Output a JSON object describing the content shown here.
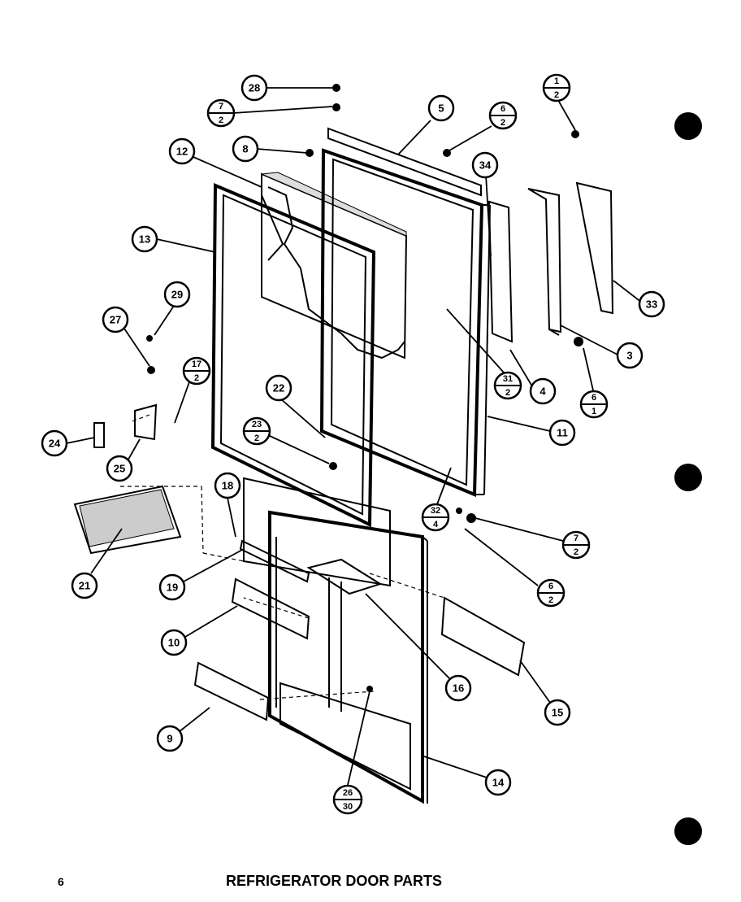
{
  "page": {
    "title": "REFRIGERATOR DOOR PARTS",
    "page_number": "6"
  },
  "callouts": [
    {
      "id": "c28",
      "label": "28"
    },
    {
      "id": "c7-2a",
      "top": "7",
      "bottom": "2"
    },
    {
      "id": "c8",
      "label": "8"
    },
    {
      "id": "c12",
      "label": "12"
    },
    {
      "id": "c5",
      "label": "5"
    },
    {
      "id": "c6-2a",
      "top": "6",
      "bottom": "2"
    },
    {
      "id": "c1-2",
      "top": "1",
      "bottom": "2"
    },
    {
      "id": "c34",
      "label": "34"
    },
    {
      "id": "c13",
      "label": "13"
    },
    {
      "id": "c29",
      "label": "29"
    },
    {
      "id": "c27",
      "label": "27"
    },
    {
      "id": "c17-2",
      "top": "17",
      "bottom": "2"
    },
    {
      "id": "c24",
      "label": "24"
    },
    {
      "id": "c25",
      "label": "25"
    },
    {
      "id": "c22",
      "label": "22"
    },
    {
      "id": "c23-2",
      "top": "23",
      "bottom": "2"
    },
    {
      "id": "c33",
      "label": "33"
    },
    {
      "id": "c3",
      "label": "3"
    },
    {
      "id": "c31-2",
      "top": "31",
      "bottom": "2"
    },
    {
      "id": "c4",
      "label": "4"
    },
    {
      "id": "c6-1",
      "top": "6",
      "bottom": "1"
    },
    {
      "id": "c11",
      "label": "11"
    },
    {
      "id": "c32-4",
      "top": "32",
      "bottom": "4"
    },
    {
      "id": "c7-2b",
      "top": "7",
      "bottom": "2"
    },
    {
      "id": "c6-2b",
      "top": "6",
      "bottom": "2"
    },
    {
      "id": "c18",
      "label": "18"
    },
    {
      "id": "c21",
      "label": "21"
    },
    {
      "id": "c19",
      "label": "19"
    },
    {
      "id": "c10",
      "label": "10"
    },
    {
      "id": "c16",
      "label": "16"
    },
    {
      "id": "c15",
      "label": "15"
    },
    {
      "id": "c9",
      "label": "9"
    },
    {
      "id": "c14",
      "label": "14"
    },
    {
      "id": "c26-30",
      "top": "26",
      "bottom": "30"
    }
  ]
}
